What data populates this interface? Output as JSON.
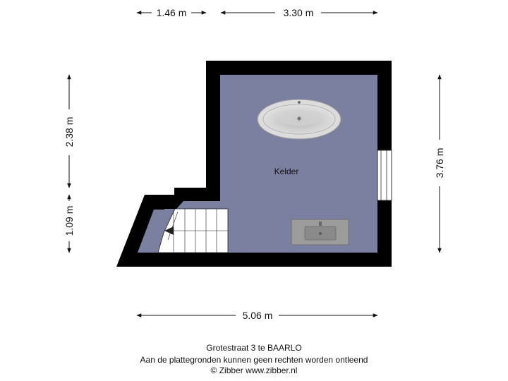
{
  "dimensions": {
    "top_left": "1.46 m",
    "top_right": "3.30 m",
    "left_upper": "2.38 m",
    "left_lower": "1.09 m",
    "right": "3.76 m",
    "bottom": "5.06 m"
  },
  "rooms": {
    "kelder": "Kelder"
  },
  "footer": {
    "address": "Grotestraat 3 te BAARLO",
    "disclaimer": "Aan de plattegronden kunnen geen rechten worden ontleend",
    "copyright": "© Zibber www.zibber.nl"
  },
  "colors": {
    "wall": "#000000",
    "floor": "#7b7fa0",
    "stairs": "#ffffff",
    "fixture": "#c8c8c8"
  }
}
